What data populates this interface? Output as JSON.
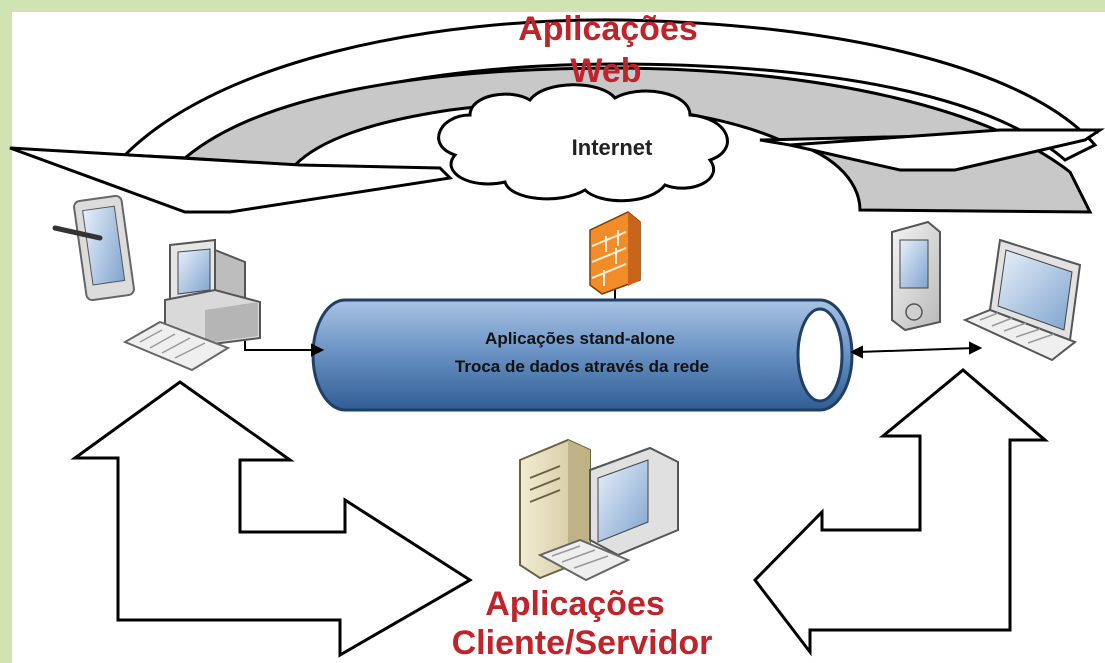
{
  "labels": {
    "web_line1": "Aplicações",
    "web_line2": "Web",
    "internet": "Internet",
    "tube_line1": "Aplicações stand-alone",
    "tube_line2": "Troca de dados através da rede",
    "cs_line1": "Aplicações",
    "cs_line2": "Cliente/Servidor"
  },
  "colors": {
    "title_red": "#c0232a",
    "tube_blue": "#5b86b8",
    "firewall_orange": "#f28c28",
    "arc_gray": "#c8c8c8",
    "frame_green": "#cfe3b3"
  },
  "devices": [
    "tablet-icon",
    "desktop-icon",
    "firewall-icon",
    "pda-icon",
    "laptop-icon",
    "server-icon"
  ]
}
